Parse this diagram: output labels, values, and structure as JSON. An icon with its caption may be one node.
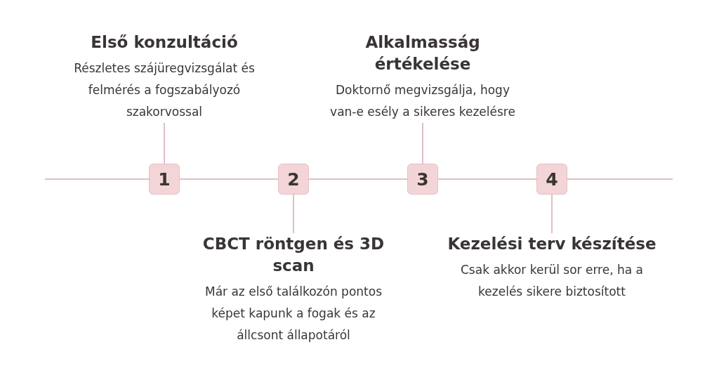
{
  "diagram": {
    "nodes": [
      {
        "text": [
          "Első konzultáció",
          "Részletes szájüregvizsgálat és felmérés a fogszabályozó szakorvossal"
        ]
      },
      {
        "text": [
          "Alkalmasság értékelése",
          "Doktornő megvizsgálja, hogy van-e esély a sikeres kezelésre"
        ]
      },
      {
        "text": [
          "1"
        ]
      },
      {
        "text": [
          "2"
        ]
      },
      {
        "text": [
          "3"
        ]
      },
      {
        "text": [
          "4"
        ]
      },
      {
        "text": [
          "CBCT röntgen és 3D scan",
          "Már az első találkozón pontos képet kapunk a fogak és az állcsont állapotáról"
        ]
      },
      {
        "text": [
          "Kezelési terv készítése",
          "Csak akkor kerül sor erre, ha a kezelés sikere biztosított"
        ]
      }
    ],
    "edges": [
      {
        "from": null,
        "to": 2,
        "arrow": "none"
      },
      {
        "from": 2,
        "to": 3,
        "arrow": "none"
      },
      {
        "from": 3,
        "to": 4,
        "arrow": "none"
      },
      {
        "from": 4,
        "to": 5,
        "arrow": "none"
      },
      {
        "from": 5,
        "to": null,
        "arrow": "none"
      },
      {
        "from": 2,
        "to": 0,
        "arrow": "none"
      },
      {
        "from": 3,
        "to": 6,
        "arrow": "none"
      },
      {
        "from": 4,
        "to": 1,
        "arrow": "none"
      },
      {
        "from": 5,
        "to": 7,
        "arrow": "none"
      }
    ]
  }
}
